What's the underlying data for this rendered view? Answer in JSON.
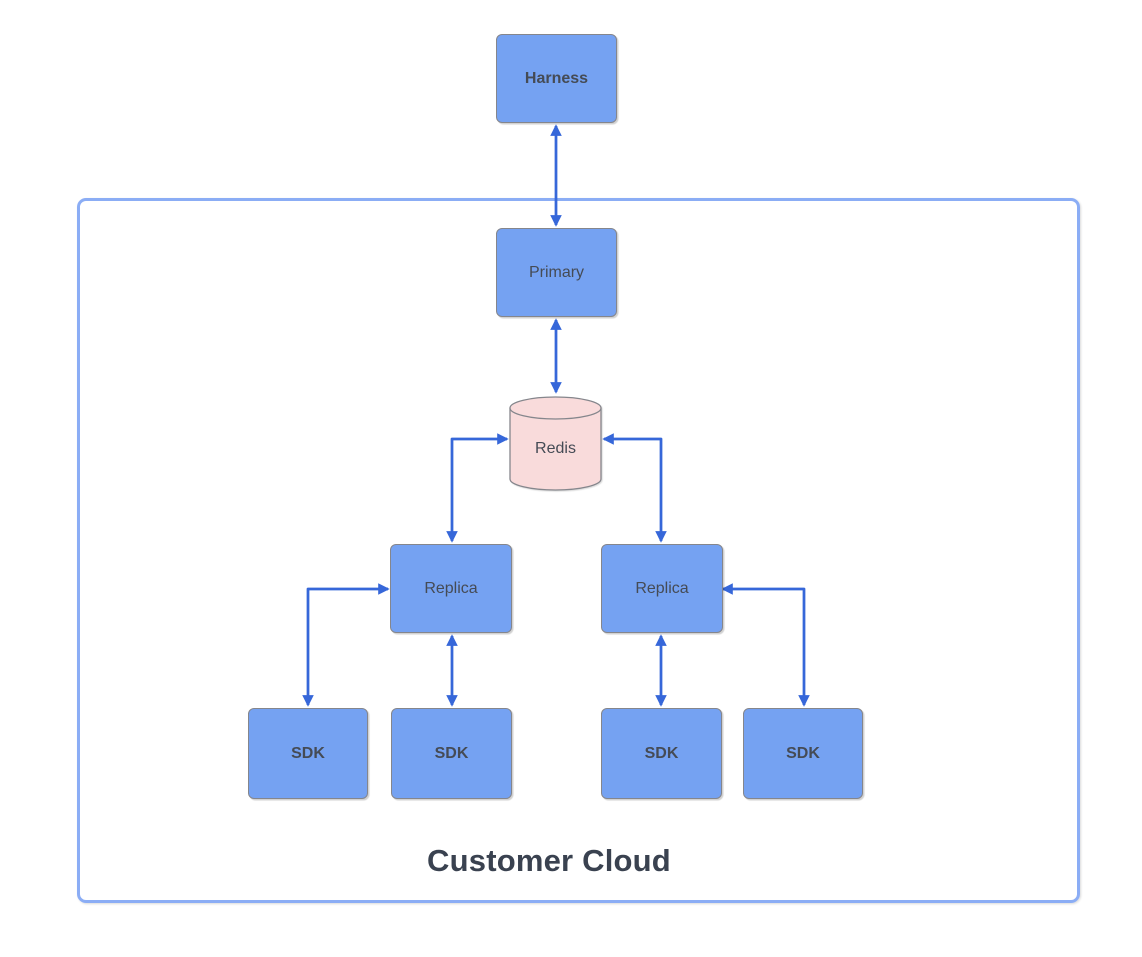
{
  "diagram": {
    "type": "architecture-diagram",
    "container_label": "Customer Cloud",
    "nodes": {
      "harness": {
        "label": "Harness",
        "shape": "rectangle",
        "text_style": "bold"
      },
      "primary": {
        "label": "Primary",
        "shape": "rectangle",
        "text_style": "regular"
      },
      "redis": {
        "label": "Redis",
        "shape": "cylinder",
        "text_style": "regular"
      },
      "replica_left": {
        "label": "Replica",
        "shape": "rectangle",
        "text_style": "regular"
      },
      "replica_right": {
        "label": "Replica",
        "shape": "rectangle",
        "text_style": "regular"
      },
      "sdk_1": {
        "label": "SDK",
        "shape": "rectangle",
        "text_style": "bold"
      },
      "sdk_2": {
        "label": "SDK",
        "shape": "rectangle",
        "text_style": "bold"
      },
      "sdk_3": {
        "label": "SDK",
        "shape": "rectangle",
        "text_style": "bold"
      },
      "sdk_4": {
        "label": "SDK",
        "shape": "rectangle",
        "text_style": "bold"
      }
    },
    "edges": [
      {
        "from": "harness",
        "to": "primary",
        "direction": "bidirectional",
        "route": "straight-vertical"
      },
      {
        "from": "primary",
        "to": "redis",
        "direction": "bidirectional",
        "route": "straight-vertical"
      },
      {
        "from": "redis",
        "to": "replica_left",
        "direction": "bidirectional",
        "route": "elbow-left-down"
      },
      {
        "from": "redis",
        "to": "replica_right",
        "direction": "bidirectional",
        "route": "elbow-right-down"
      },
      {
        "from": "replica_left",
        "to": "sdk_1",
        "direction": "bidirectional",
        "route": "elbow-left-down"
      },
      {
        "from": "replica_left",
        "to": "sdk_2",
        "direction": "bidirectional",
        "route": "straight-vertical"
      },
      {
        "from": "replica_right",
        "to": "sdk_3",
        "direction": "bidirectional",
        "route": "straight-vertical"
      },
      {
        "from": "replica_right",
        "to": "sdk_4",
        "direction": "bidirectional",
        "route": "elbow-right-down"
      }
    ],
    "colors": {
      "canvas_bg": "#ffffff",
      "node_fill": "#75a2f2",
      "node_border": "#85868c",
      "redis_fill": "#f9dbdb",
      "arrow": "#3667d9",
      "container_border": "#8badf5",
      "node_text": "#454b55",
      "title_text": "#3a4250"
    }
  }
}
